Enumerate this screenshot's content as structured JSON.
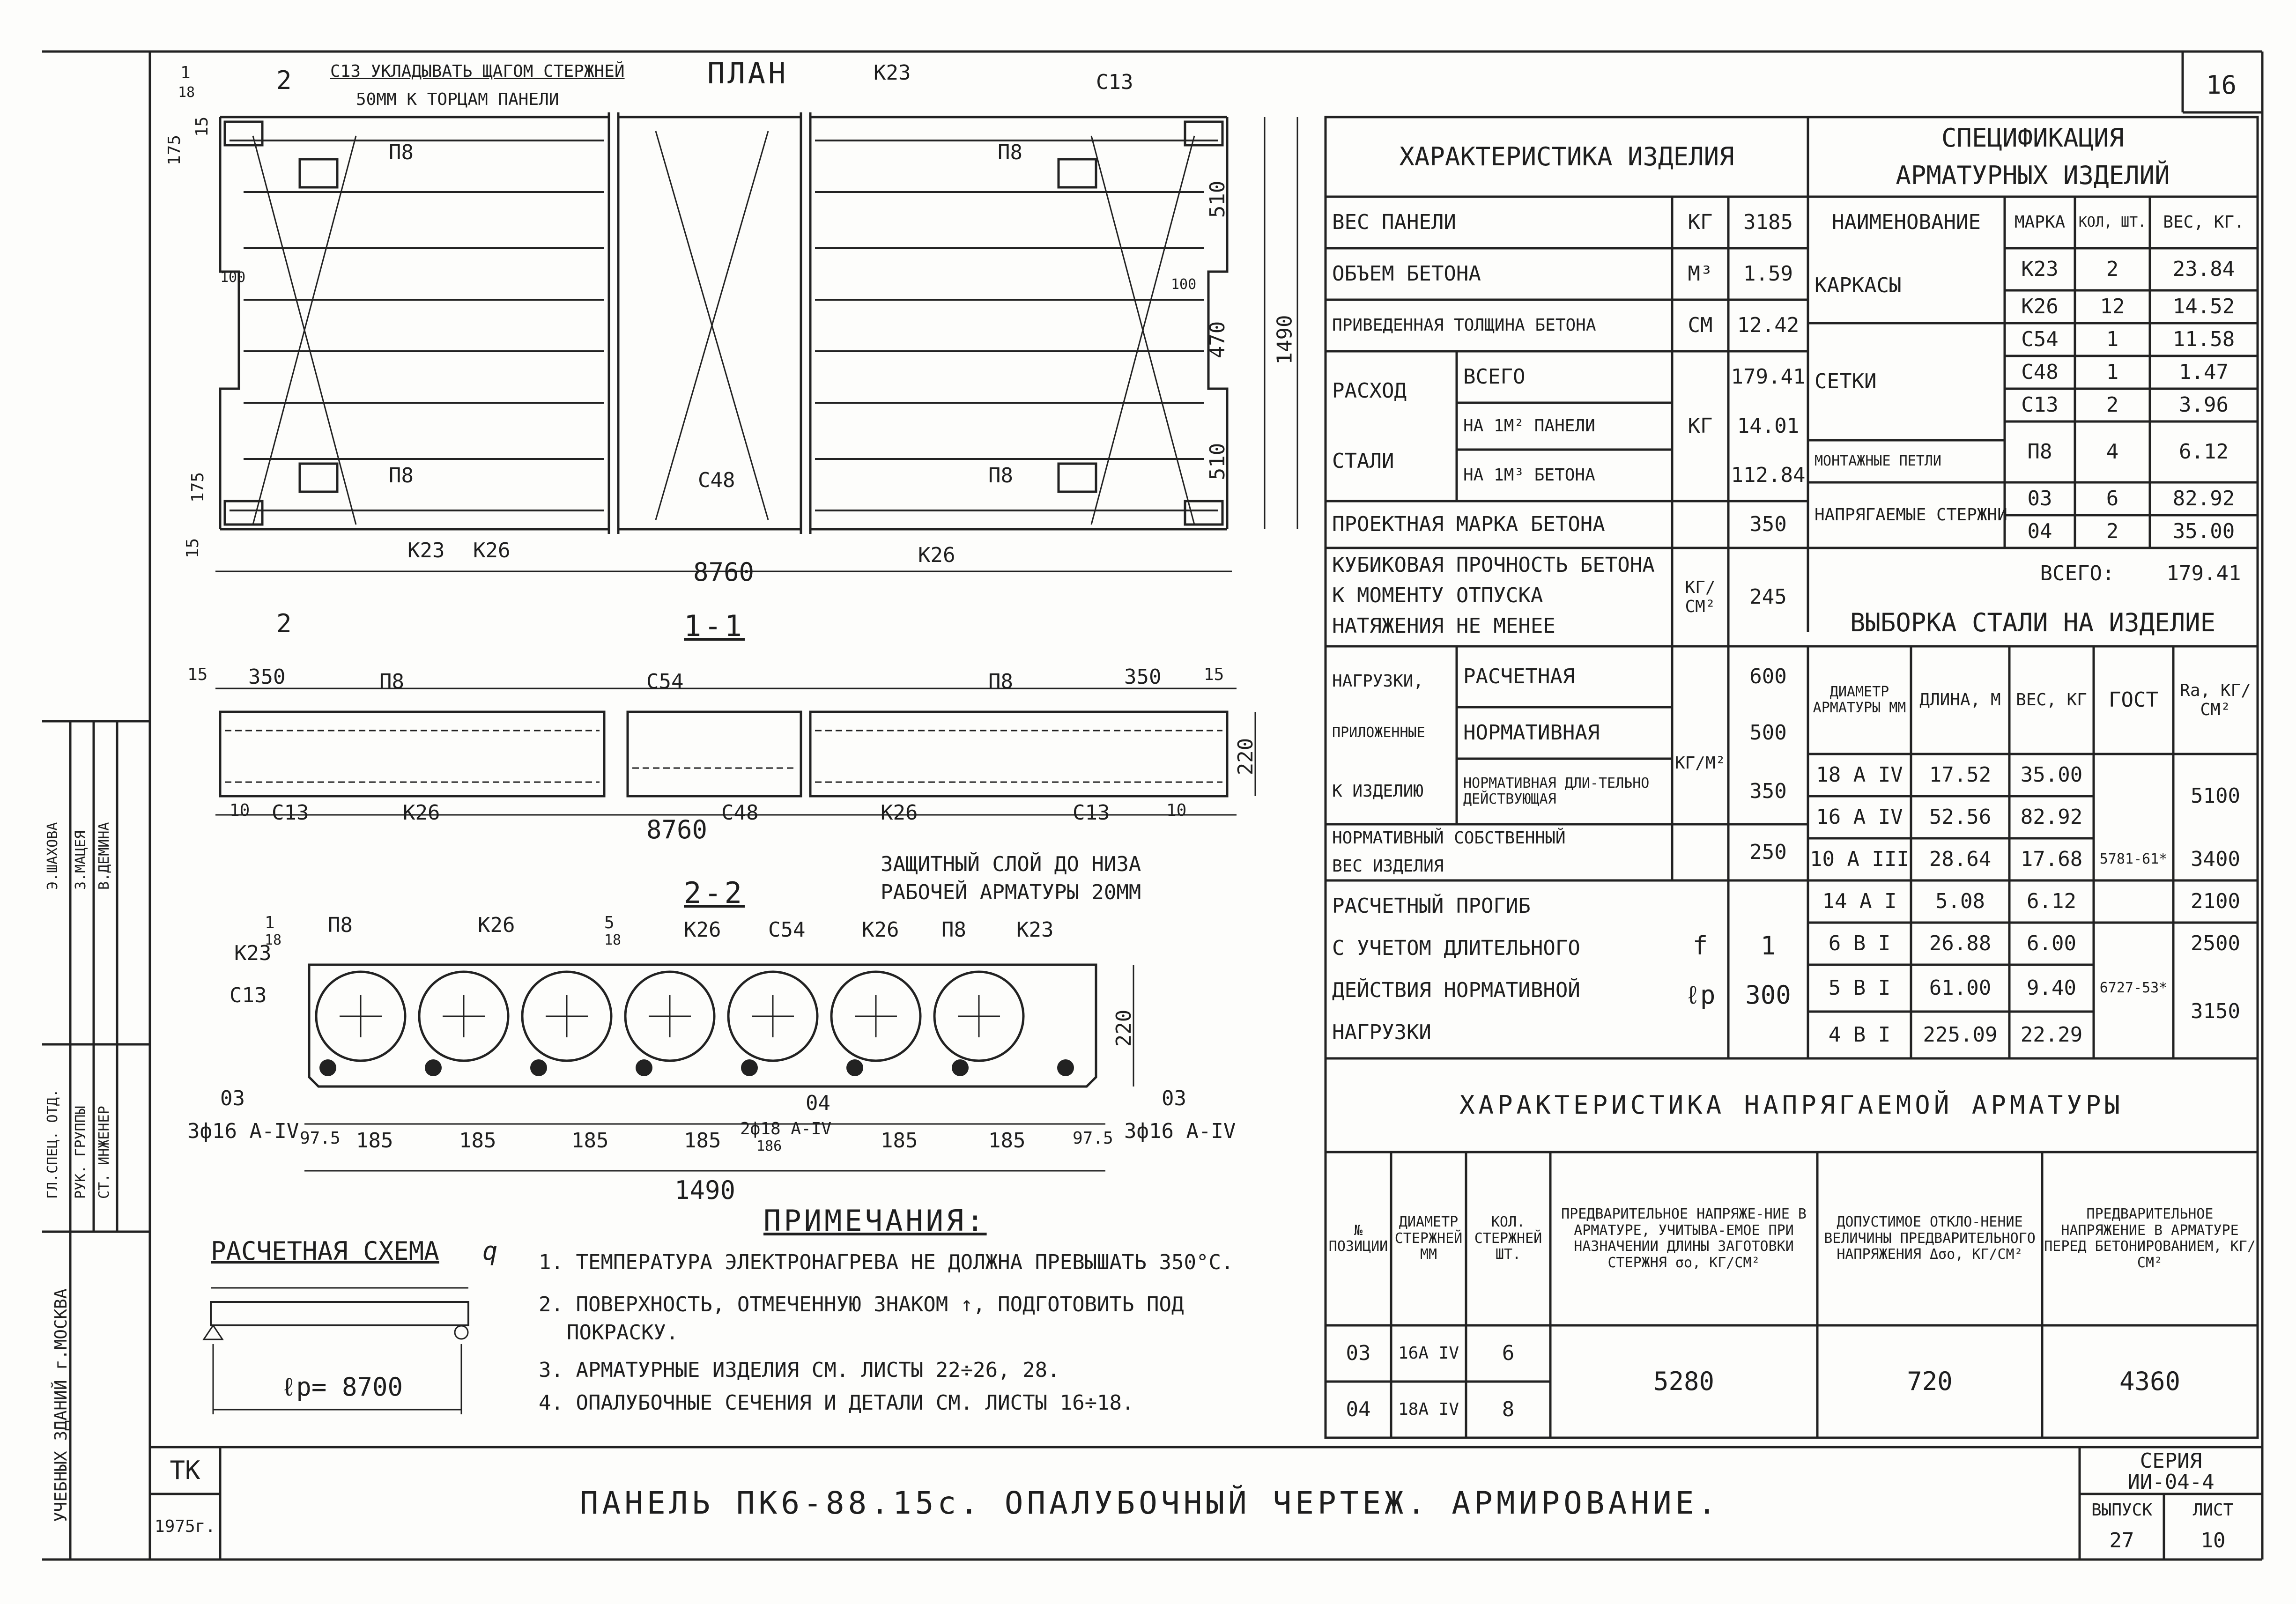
{
  "sheet_corner": "16",
  "plan": {
    "title": "ПЛАН",
    "note_c13": "С13 УКЛАДЫВАТЬ ЩАГОМ СТЕРЖНЕЙ",
    "note_c13_b": "50ММ К ТОРЦАМ ПАНЕЛИ",
    "labels": [
      "К23",
      "С13",
      "П8",
      "П8",
      "П8",
      "П8",
      "С48",
      "К23",
      "К26",
      "К26"
    ],
    "dim_length": "8760",
    "dims_right": [
      "510",
      "470",
      "510",
      "1490"
    ],
    "dims_left": [
      "175",
      "15",
      "175",
      "15",
      "100",
      "100"
    ],
    "section_marks": [
      "2",
      "2",
      "1",
      "18"
    ]
  },
  "section11": {
    "title": "1-1",
    "dims_top": [
      "15",
      "350",
      "350",
      "15"
    ],
    "labels": [
      "П8",
      "С54",
      "П8",
      "С13",
      "К26",
      "С48",
      "К26",
      "С13",
      "10",
      "10"
    ],
    "dim_len": "8760",
    "dim_h": "220",
    "note1": "ЗАЩИТНЫЙ СЛОЙ ДО НИЗА",
    "note2": "РАБОЧЕЙ АРМАТУРЫ 20ММ"
  },
  "section22": {
    "title": "2-2",
    "labels": [
      "П8",
      "К26",
      "К26",
      "С54",
      "К26",
      "П8",
      "К23",
      "К23",
      "С13"
    ],
    "marks": [
      "1",
      "18",
      "5",
      "18"
    ],
    "bars_left": "03",
    "bars_left_spec": "3ф16 А-IV",
    "bars_mid": "04",
    "bars_mid_spec": "2ф18 А-IV",
    "bars_right": "03",
    "bars_right_spec": "3ф16 А-IV",
    "dims": [
      "97.5",
      "185",
      "185",
      "185",
      "185",
      "185",
      "185",
      "97.5",
      "186"
    ],
    "dim_total": "1490",
    "dim_h": "220"
  },
  "scheme": {
    "title": "РАСЧЕТНАЯ СХЕМА",
    "q": "q",
    "lp": "ℓр= 8700"
  },
  "notes": {
    "title": "ПРИМЕЧАНИЯ:",
    "items": [
      "1. ТЕМПЕРАТУРА ЭЛЕКТРОНАГРЕВА НЕ ДОЛЖНА ПРЕВЫШАТЬ 350°С.",
      "2. ПОВЕРХНОСТЬ, ОТМЕЧЕННУЮ ЗНАКОМ ↑, ПОДГОТОВИТЬ ПОД",
      "ПОКРАСКУ.",
      "3. АРМАТУРНЫЕ ИЗДЕЛИЯ СМ. ЛИСТЫ 22÷26, 28.",
      "4. ОПАЛУБОЧНЫЕ СЕЧЕНИЯ И ДЕТАЛИ СМ. ЛИСТЫ 16÷18."
    ]
  },
  "char": {
    "title": "ХАРАКТЕРИСТИКА ИЗДЕЛИЯ",
    "rows": [
      {
        "name": "ВЕС ПАНЕЛИ",
        "unit": "КГ",
        "val": "3185"
      },
      {
        "name": "ОБЪЕМ БЕТОНА",
        "unit": "М³",
        "val": "1.59"
      },
      {
        "name": "ПРИВЕДЕННАЯ ТОЛЩИНА БЕТОНА",
        "unit": "СМ",
        "val": "12.42"
      }
    ],
    "steel": {
      "name1": "РАСХОД",
      "name2": "СТАЛИ",
      "unit": "КГ",
      "rows": [
        {
          "sub": "ВСЕГО",
          "val": "179.41"
        },
        {
          "sub": "НА 1М² ПАНЕЛИ",
          "val": "14.01"
        },
        {
          "sub": "НА 1М³ БЕТОНА",
          "val": "112.84"
        }
      ]
    },
    "grade": {
      "name": "ПРОЕКТНАЯ МАРКА БЕТОНА",
      "val": "350"
    },
    "cube": {
      "l1": "КУБИКОВАЯ ПРОЧНОСТЬ БЕТОНА",
      "l2": "К МОМЕНТУ ОТПУСКА",
      "l3": "НАТЯЖЕНИЯ НЕ МЕНЕЕ",
      "unit": "КГ/СМ²",
      "val": "245"
    },
    "loads": {
      "l1": "НАГРУЗКИ,",
      "l2": "ПРИЛОЖЕННЫЕ",
      "l3": "К ИЗДЕЛИЮ",
      "unit": "КГ/М²",
      "rows": [
        {
          "sub": "РАСЧЕТНАЯ",
          "val": "600"
        },
        {
          "sub": "НОРМАТИВНАЯ",
          "val": "500"
        },
        {
          "sub": "НОРМАТИВНАЯ ДЛИ-ТЕЛЬНО ДЕЙСТВУЮЩАЯ",
          "val": "350"
        }
      ]
    },
    "own": {
      "l1": "НОРМАТИВНЫЙ СОБСТВЕННЫЙ",
      "l2": "ВЕС ИЗДЕЛИЯ",
      "val": "250"
    },
    "defl": {
      "l1": "РАСЧЕТНЫЙ ПРОГИБ",
      "l2": "С УЧЕТОМ ДЛИТЕЛЬНОГО",
      "l3": "ДЕЙСТВИЯ НОРМАТИВНОЙ",
      "l4": "НАГРУЗКИ",
      "unit_n": "f",
      "unit_d": "ℓр",
      "val_n": "1",
      "val_d": "300"
    }
  },
  "spec": {
    "title1": "СПЕЦИФИКАЦИЯ",
    "title2": "АРМАТУРНЫХ ИЗДЕЛИЙ",
    "headers": [
      "НАИМЕНОВАНИЕ",
      "МАРКА",
      "КОЛ, ШТ.",
      "ВЕС, КГ."
    ],
    "groups": [
      {
        "name": "КАРКАСЫ",
        "rows": [
          [
            "К23",
            "2",
            "23.84"
          ],
          [
            "К26",
            "12",
            "14.52"
          ]
        ]
      },
      {
        "name": "СЕТКИ",
        "rows": [
          [
            "С54",
            "1",
            "11.58"
          ],
          [
            "С48",
            "1",
            "1.47"
          ],
          [
            "С13",
            "2",
            "3.96"
          ]
        ]
      },
      {
        "name": "МОНТАЖНЫЕ ПЕТЛИ",
        "rows": [
          [
            "П8",
            "4",
            "6.12"
          ]
        ]
      },
      {
        "name": "НАПРЯГАЕМЫЕ СТЕРЖНИ",
        "rows": [
          [
            "03",
            "6",
            "82.92"
          ],
          [
            "04",
            "2",
            "35.00"
          ]
        ]
      }
    ],
    "total_label": "ВСЕГО:",
    "total": "179.41"
  },
  "vyborka": {
    "title": "ВЫБОРКА СТАЛИ НА ИЗДЕЛИЕ",
    "headers": [
      "ДИАМЕТР АРМАТУРЫ ММ",
      "ДЛИНА, М",
      "ВЕС, КГ",
      "ГОСТ",
      "Rа, КГ/СМ²"
    ],
    "rows": [
      [
        "18 А IV",
        "17.52",
        "35.00",
        "",
        "5100"
      ],
      [
        "16 А IV",
        "52.56",
        "82.92",
        "",
        ""
      ],
      [
        "10 А III",
        "28.64",
        "17.68",
        "5781-61*",
        "3400"
      ],
      [
        "14 А I",
        "5.08",
        "6.12",
        "",
        "2100"
      ],
      [
        "6 В I",
        "26.88",
        "6.00",
        "",
        "2500"
      ],
      [
        "5 В I",
        "61.00",
        "9.40",
        "6727-53*",
        "3150"
      ],
      [
        "4 В I",
        "225.09",
        "22.29",
        "",
        ""
      ]
    ]
  },
  "prestress": {
    "title": "ХАРАКТЕРИСТИКА НАПРЯГАЕМОЙ АРМАТУРЫ",
    "h_pos": "№ ПОЗИЦИИ",
    "h_diam": "ДИАМЕТР СТЕРЖНЕЙ ММ",
    "h_qty": "КОЛ. СТЕРЖНЕЙ ШТ.",
    "h_pre": "ПРЕДВАРИТЕЛЬНОЕ НАПРЯЖЕ-НИЕ В АРМАТУРЕ, УЧИТЫВА-ЕМОЕ ПРИ НАЗНАЧЕНИИ ДЛИНЫ ЗАГОТОВКИ СТЕРЖНЯ σо, КГ/СМ²",
    "h_dev": "ДОПУСТИМОЕ ОТКЛО-НЕНИЕ ВЕЛИЧИНЫ ПРЕДВАРИТЕЛЬНОГО НАПРЯЖЕНИЯ Δσо, КГ/СМ²",
    "h_before": "ПРЕДВАРИТЕЛЬНОЕ НАПРЯЖЕНИЕ В АРМАТУРЕ ПЕРЕД БЕТОНИРОВАНИЕМ, КГ/СМ²",
    "rows": [
      [
        "03",
        "16А IV",
        "6"
      ],
      [
        "04",
        "18А IV",
        "8"
      ]
    ],
    "pre": "5280",
    "dev": "720",
    "before": "4360"
  },
  "stamp": {
    "left_roles": [
      "ГЛ.СПЕЦ. ОТД.",
      "РУК. ГРУППЫ",
      "СТ. ИНЖЕНЕР"
    ],
    "left_names": [
      "Э.ШАХОВА",
      "З.МАЦЕЯ",
      "В.ДЕМИНА"
    ],
    "org": "УЧЕБНЫХ ЗДАНИЙ г.МОСКВА",
    "tk": "ТК",
    "year": "1975г.",
    "title": "ПАНЕЛЬ ПК6-88.15с. ОПАЛУБОЧНЫЙ ЧЕРТЕЖ. АРМИРОВАНИЕ.",
    "series_label": "СЕРИЯ",
    "series": "ИИ-04-4",
    "issue_label": "ВЫПУСК",
    "issue": "27",
    "sheet_label": "ЛИСТ",
    "sheet": "10"
  }
}
